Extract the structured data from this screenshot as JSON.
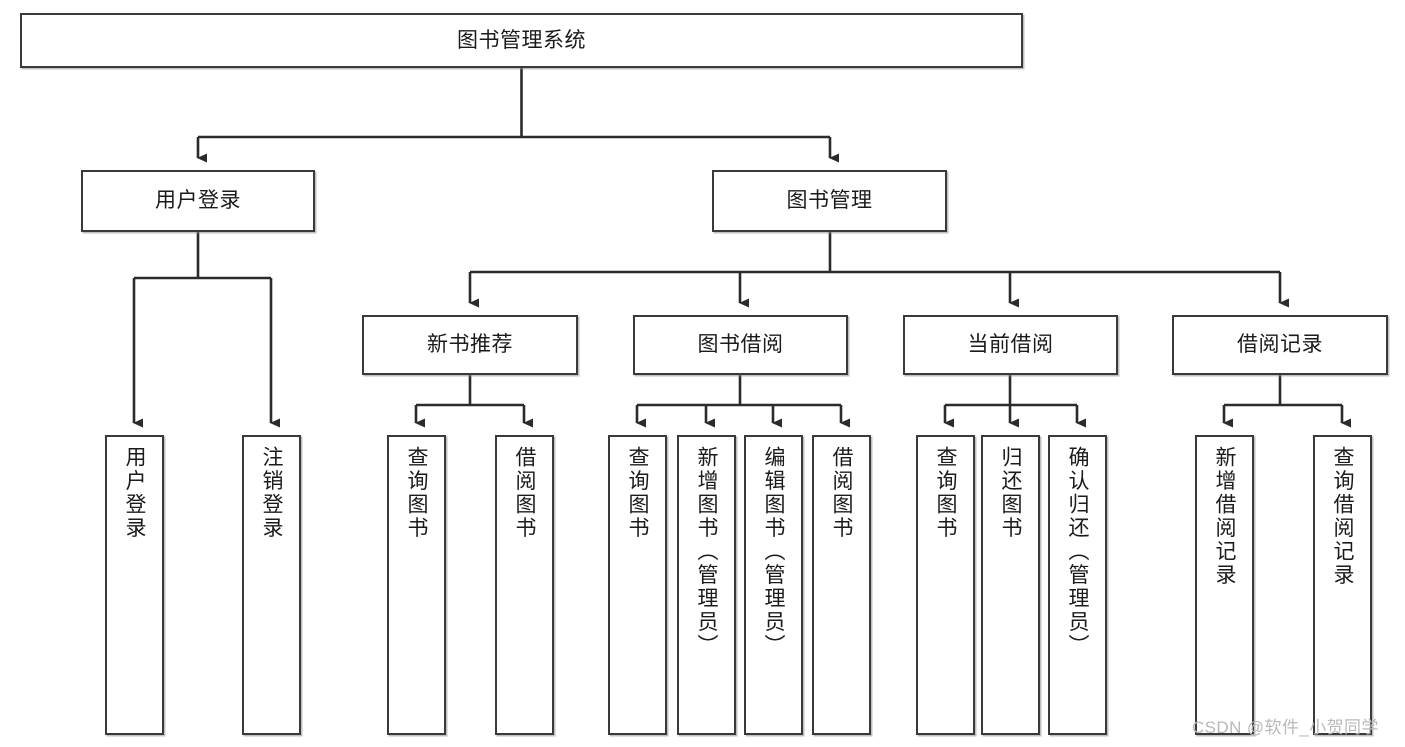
{
  "diagram": {
    "title": "图书管理系统",
    "type": "tree-hierarchy",
    "orientation": "top-down",
    "colors": {
      "box_border": "#3a3a3a",
      "box_fill": "#ffffff",
      "edge": "#2b2b2b",
      "text": "#1b1b1b",
      "watermark": "#b9b9b9"
    },
    "nodes": {
      "root": {
        "label": "图书管理系统"
      },
      "level1": [
        {
          "id": "user-login",
          "label": "用户登录"
        },
        {
          "id": "book-management",
          "label": "图书管理"
        }
      ],
      "level2": [
        {
          "id": "new-book-recommend",
          "label": "新书推荐",
          "parent": "book-management"
        },
        {
          "id": "book-borrow",
          "label": "图书借阅",
          "parent": "book-management"
        },
        {
          "id": "current-borrow",
          "label": "当前借阅",
          "parent": "book-management"
        },
        {
          "id": "borrow-record",
          "label": "借阅记录",
          "parent": "book-management"
        }
      ],
      "leaves": [
        {
          "id": "leaf-user-login",
          "label": "用户登录",
          "parent": "user-login"
        },
        {
          "id": "leaf-logout",
          "label": "注销登录",
          "parent": "user-login"
        },
        {
          "id": "leaf-query-book-1",
          "label": "查询图书",
          "parent": "new-book-recommend"
        },
        {
          "id": "leaf-borrow-book-1",
          "label": "借阅图书",
          "parent": "new-book-recommend"
        },
        {
          "id": "leaf-query-book-2",
          "label": "查询图书",
          "parent": "book-borrow"
        },
        {
          "id": "leaf-add-book",
          "label": "新增图书（管理员）",
          "parent": "book-borrow"
        },
        {
          "id": "leaf-edit-book",
          "label": "编辑图书（管理员）",
          "parent": "book-borrow"
        },
        {
          "id": "leaf-borrow-book-2",
          "label": "借阅图书",
          "parent": "book-borrow"
        },
        {
          "id": "leaf-query-book-3",
          "label": "查询图书",
          "parent": "current-borrow"
        },
        {
          "id": "leaf-return-book",
          "label": "归还图书",
          "parent": "current-borrow"
        },
        {
          "id": "leaf-confirm-return",
          "label": "确认归还（管理员）",
          "parent": "current-borrow"
        },
        {
          "id": "leaf-add-record",
          "label": "新增借阅记录",
          "parent": "borrow-record"
        },
        {
          "id": "leaf-query-record",
          "label": "查询借阅记录",
          "parent": "borrow-record"
        }
      ]
    },
    "watermark": "CSDN @软件_小贺同学"
  }
}
